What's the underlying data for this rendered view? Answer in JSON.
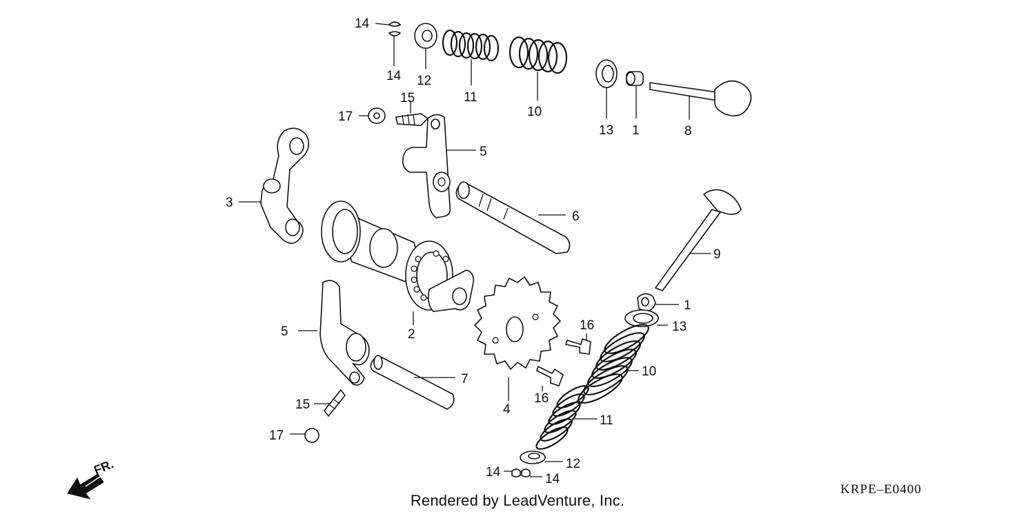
{
  "diagram": {
    "labels": {
      "p1a": "1",
      "p1b": "1",
      "p2": "2",
      "p3": "3",
      "p4": "4",
      "p5a": "5",
      "p5b": "5",
      "p6": "6",
      "p7": "7",
      "p8": "8",
      "p9": "9",
      "p10a": "10",
      "p10b": "10",
      "p11a": "11",
      "p11b": "11",
      "p12a": "12",
      "p12b": "12",
      "p13a": "13",
      "p13b": "13",
      "p14a": "14",
      "p14b": "14",
      "p14c": "14",
      "p14d": "14",
      "p15a": "15",
      "p15b": "15",
      "p16a": "16",
      "p16b": "16",
      "p17a": "17",
      "p17b": "17"
    },
    "direction_label": "FR.",
    "credit": "Rendered by LeadVenture, Inc.",
    "diagram_code": "KRPE–E0400"
  }
}
